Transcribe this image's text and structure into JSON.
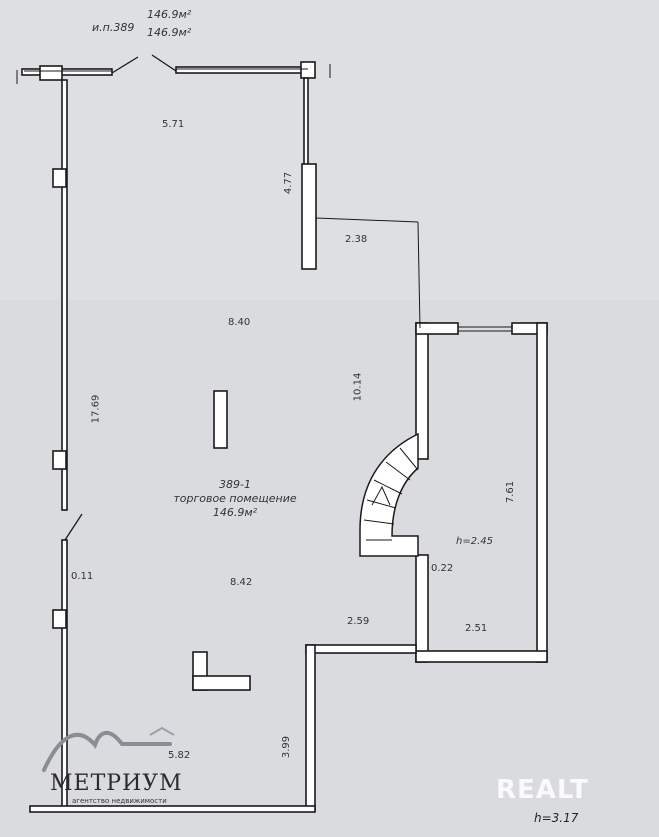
{
  "header": {
    "unit_label": "и.п.389",
    "area_lines": [
      "146.9м²",
      "146.9м²"
    ]
  },
  "room": {
    "number": "389-1",
    "name": "торговое помещение",
    "area": "146.9м²"
  },
  "dimensions": {
    "top_width": "5.71",
    "top_right_wall": "4.77",
    "notch_width": "2.38",
    "mid_width": "8.40",
    "left_length": "17.69",
    "right_length": "10.14",
    "lower_width": "8.42",
    "door_offset": "0.11",
    "bottom_step": "2.59",
    "bottom_right_wall": "3.99",
    "bottom_width": "5.82",
    "side_room_length": "7.61",
    "side_room_width": "2.51",
    "side_room_gap": "0.22"
  },
  "heights": {
    "side_room": "h=2.45",
    "main": "h=3.17"
  },
  "logo": {
    "word": "МЕТРИУМ",
    "tagline": "агентство недвижимости"
  },
  "watermark": "REALT",
  "colors": {
    "paper": "#d9dbdf",
    "wall_fill": "#ffffff",
    "wall_stroke": "#1a1a1a",
    "text": "#333333"
  }
}
